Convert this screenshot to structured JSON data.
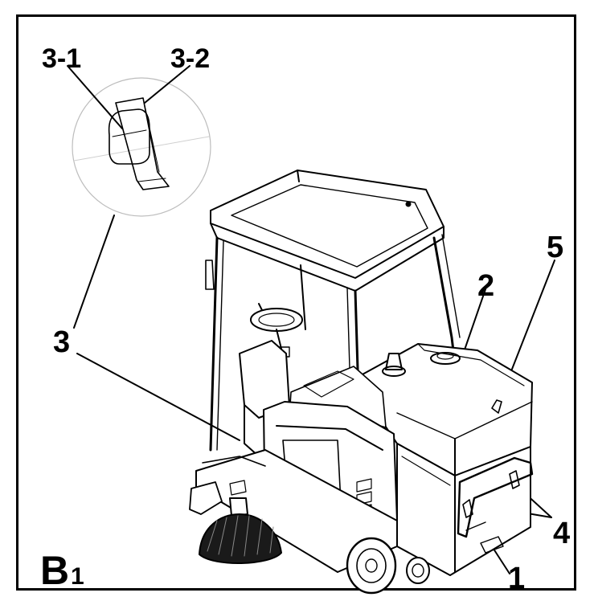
{
  "figure": {
    "id_main": "B",
    "id_sub": "1"
  },
  "callouts": {
    "c1": "1",
    "c2": "2",
    "c3": "3",
    "c3_1": "3-1",
    "c3_2": "3-2",
    "c4": "4",
    "c5": "5"
  },
  "colors": {
    "ink": "#000000",
    "detail_circle": "#bdbdbd",
    "brush": "#1a1a1a"
  }
}
